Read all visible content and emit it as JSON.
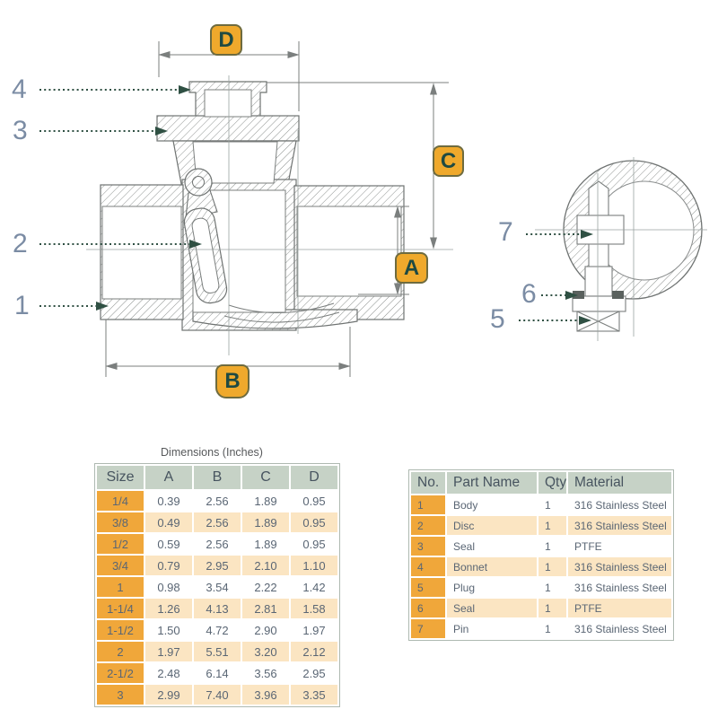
{
  "drawing": {
    "badges": {
      "a": "A",
      "b": "B",
      "c": "C",
      "d": "D"
    },
    "callouts": [
      "1",
      "2",
      "3",
      "4",
      "5",
      "6",
      "7"
    ]
  },
  "colors": {
    "badge_fill": "#EFA92C",
    "badge_border": "#6E6B3F",
    "badge_text": "#1F4A42",
    "leader_green": "#2F5043",
    "callout_number": "#7B8CA4",
    "table_header_sage": "#C6D2C6",
    "table_orange": "#F0A73A",
    "table_peach": "#FBE5C2",
    "line_gray": "#6F7372"
  },
  "dimensions_table": {
    "title": "Dimensions (Inches)",
    "headers": [
      "Size",
      "A",
      "B",
      "C",
      "D"
    ],
    "rows": [
      [
        "1/4",
        "0.39",
        "2.56",
        "1.89",
        "0.95"
      ],
      [
        "3/8",
        "0.49",
        "2.56",
        "1.89",
        "0.95"
      ],
      [
        "1/2",
        "0.59",
        "2.56",
        "1.89",
        "0.95"
      ],
      [
        "3/4",
        "0.79",
        "2.95",
        "2.10",
        "1.10"
      ],
      [
        "1",
        "0.98",
        "3.54",
        "2.22",
        "1.42"
      ],
      [
        "1-1/4",
        "1.26",
        "4.13",
        "2.81",
        "1.58"
      ],
      [
        "1-1/2",
        "1.50",
        "4.72",
        "2.90",
        "1.97"
      ],
      [
        "2",
        "1.97",
        "5.51",
        "3.20",
        "2.12"
      ],
      [
        "2-1/2",
        "2.48",
        "6.14",
        "3.56",
        "2.95"
      ],
      [
        "3",
        "2.99",
        "7.40",
        "3.96",
        "3.35"
      ]
    ]
  },
  "parts_table": {
    "headers": [
      "No.",
      "Part Name",
      "Qty",
      "Material"
    ],
    "rows": [
      [
        "1",
        "Body",
        "1",
        "316 Stainless Steel"
      ],
      [
        "2",
        "Disc",
        "1",
        "316 Stainless Steel"
      ],
      [
        "3",
        "Seal",
        "1",
        "PTFE"
      ],
      [
        "4",
        "Bonnet",
        "1",
        "316 Stainless Steel"
      ],
      [
        "5",
        "Plug",
        "1",
        "316 Stainless Steel"
      ],
      [
        "6",
        "Seal",
        "1",
        "PTFE"
      ],
      [
        "7",
        "Pin",
        "1",
        "316 Stainless Steel"
      ]
    ]
  }
}
